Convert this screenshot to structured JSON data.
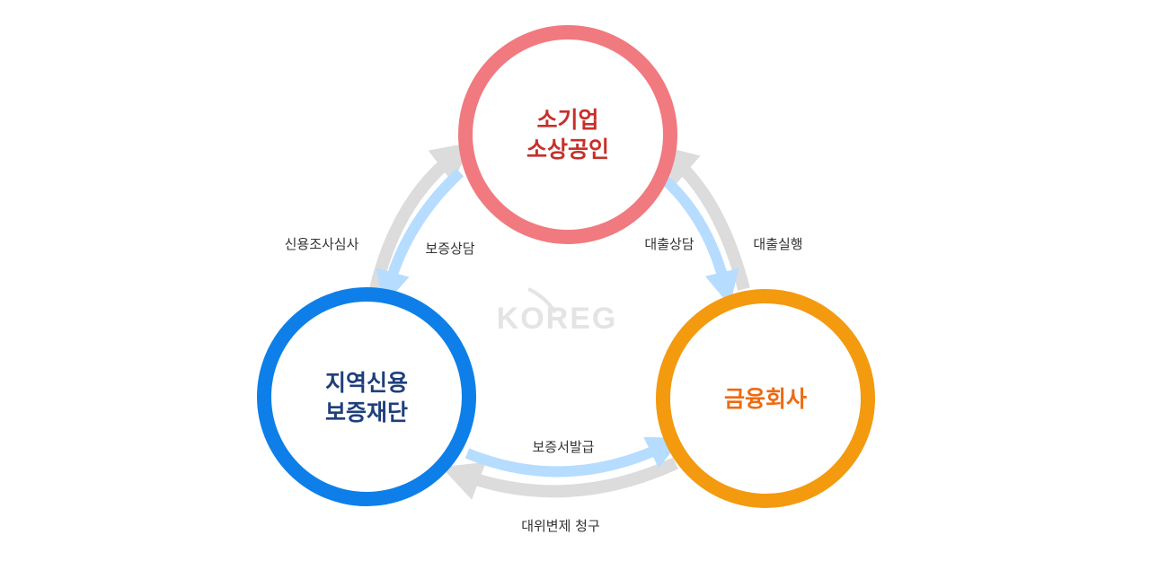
{
  "logo": {
    "text": "KOREG",
    "color": "#e4e4e4"
  },
  "colors": {
    "blue_arrow": "#b6dcff",
    "gray_arrow": "#dcdcdc"
  },
  "nodes": {
    "small_business": {
      "line1": "소기업",
      "line2": "소상공인",
      "ring_color": "#f07a7f",
      "text_color": "#c6302b"
    },
    "credit_foundation": {
      "line1": "지역신용",
      "line2": "보증재단",
      "ring_color": "#0e7fe8",
      "text_color": "#1f3f7a"
    },
    "financial_company": {
      "line1": "금융회사",
      "ring_color": "#f39a0f",
      "text_color": "#ee6a12"
    }
  },
  "edges": {
    "credit_review": "신용조사심사",
    "guarantee_consult": "보증상담",
    "loan_consult": "대출상담",
    "loan_execution": "대출실행",
    "guarantee_issue": "보증서발급",
    "subrogation_claim": "대위변제 청구"
  }
}
